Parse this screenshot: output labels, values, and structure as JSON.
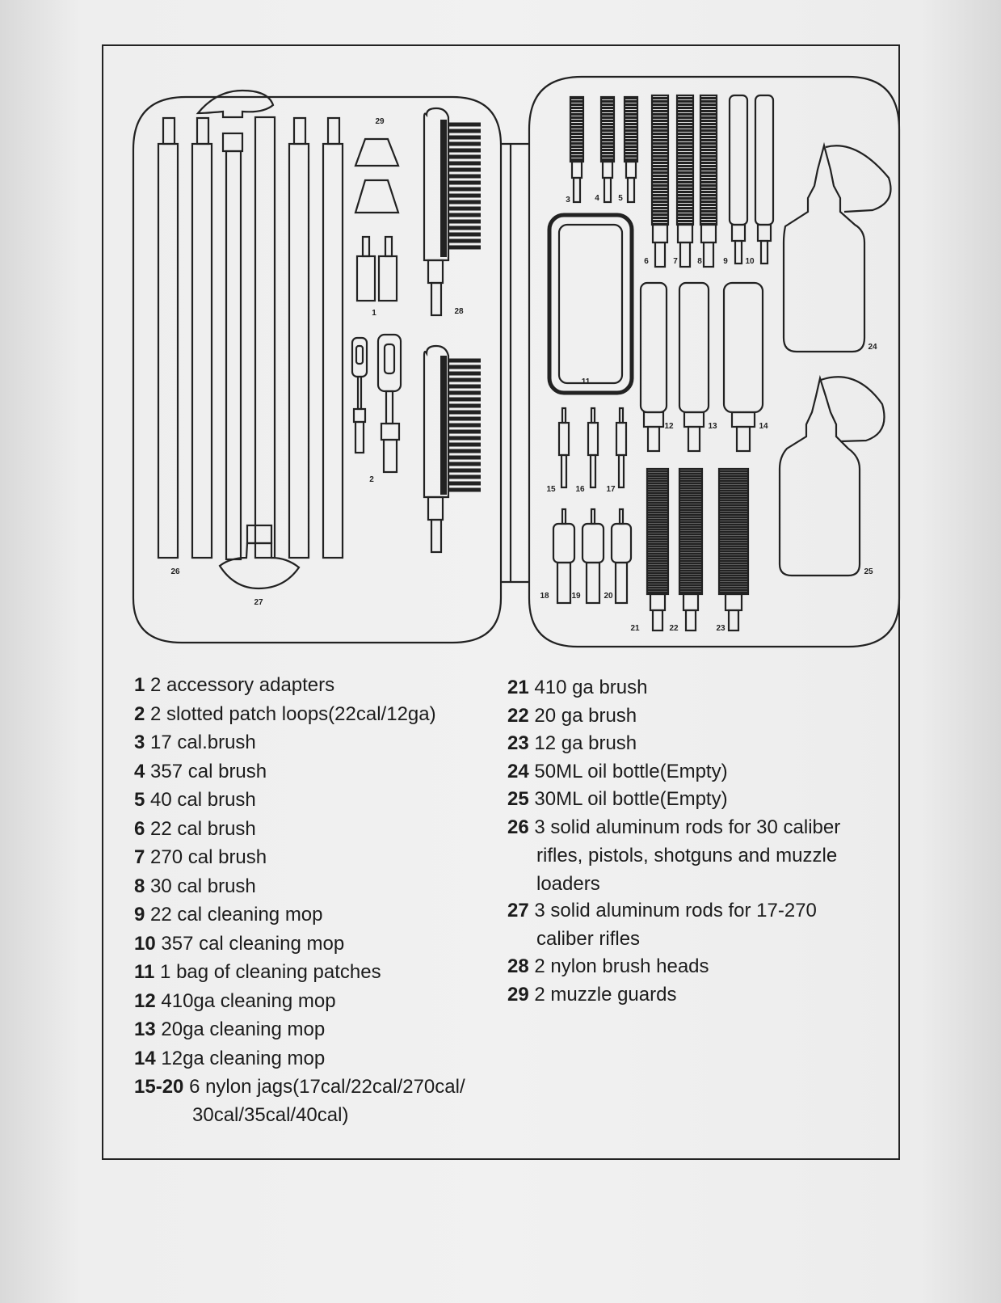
{
  "callouts": {
    "c1": "1",
    "c2": "2",
    "c3": "3",
    "c4": "4",
    "c5": "5",
    "c6": "6",
    "c7": "7",
    "c8": "8",
    "c9": "9",
    "c10": "10",
    "c11": "11",
    "c12": "12",
    "c13": "13",
    "c14": "14",
    "c15": "15",
    "c16": "16",
    "c17": "17",
    "c18": "18",
    "c19": "19",
    "c20": "20",
    "c21": "21",
    "c22": "22",
    "c23": "23",
    "c24": "24",
    "c25": "25",
    "c26": "26",
    "c27": "27",
    "c28": "28",
    "c29": "29"
  },
  "legend_left": [
    {
      "num": "1",
      "text": "2 accessory adapters"
    },
    {
      "num": "2",
      "text": "2 slotted patch loops(22cal/12ga)"
    },
    {
      "num": "3",
      "text": "17 cal.brush"
    },
    {
      "num": "4",
      "text": "357 cal brush"
    },
    {
      "num": "5",
      "text": "40 cal brush"
    },
    {
      "num": "6",
      "text": "22 cal brush"
    },
    {
      "num": "7",
      "text": "270 cal brush"
    },
    {
      "num": "8",
      "text": "30 cal brush"
    },
    {
      "num": "9",
      "text": "22 cal cleaning mop"
    },
    {
      "num": "10",
      "text": "357 cal cleaning mop"
    },
    {
      "num": "11",
      "text": "1 bag of cleaning patches"
    },
    {
      "num": "12",
      "text": "410ga cleaning mop"
    },
    {
      "num": "13",
      "text": "20ga cleaning mop"
    },
    {
      "num": "14",
      "text": "12ga cleaning mop"
    },
    {
      "num": "15-20",
      "text": "6 nylon jags(17cal/22cal/270cal/",
      "cont": "30cal/35cal/40cal)"
    }
  ],
  "legend_right": [
    {
      "num": "21",
      "text": "410 ga brush"
    },
    {
      "num": "22",
      "text": "20 ga brush"
    },
    {
      "num": "23",
      "text": "12 ga brush"
    },
    {
      "num": "24",
      "text": "50ML oil bottle(Empty)"
    },
    {
      "num": "25",
      "text": "30ML oil bottle(Empty)"
    },
    {
      "num": "26",
      "text": "3 solid aluminum rods for 30 caliber",
      "cont": "rifles, pistols, shotguns and muzzle",
      "cont2": "loaders"
    },
    {
      "num": "27",
      "text": "3 solid aluminum rods for 17-270",
      "cont": "caliber rifles"
    },
    {
      "num": "28",
      "text": "2 nylon brush heads"
    },
    {
      "num": "29",
      "text": "2 muzzle guards"
    }
  ]
}
